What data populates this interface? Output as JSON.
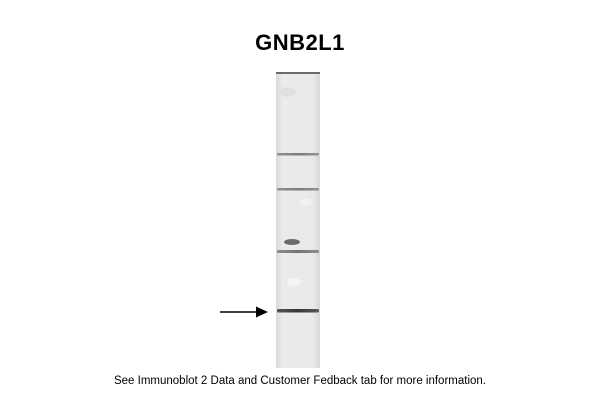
{
  "title": "GNB2L1",
  "caption": "See Immunoblot 2 Data and Customer Fedback tab for more information.",
  "blot": {
    "lane_color": "#e8e8e8",
    "band_color": "#4a4a4a",
    "target_band_index": 4
  },
  "arrow": {
    "color": "#000000",
    "icon": "right-arrow-icon"
  }
}
